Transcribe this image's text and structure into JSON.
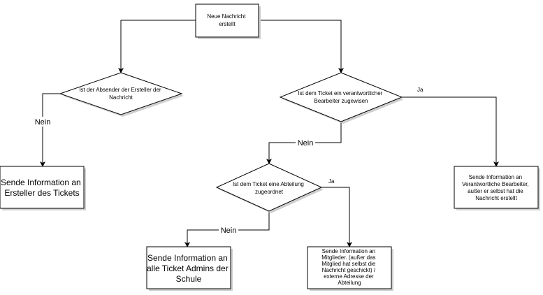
{
  "diagram": {
    "start": [
      "Neue Nachricht",
      "erstellt"
    ],
    "decision_sender": [
      "Ist der Absender der Ersteller der",
      "Nachricht"
    ],
    "decision_assignee": [
      "Ist dem Ticket ein verantwortlicher",
      "Bearbeiter zugewisen"
    ],
    "decision_department": [
      "Ist dem Ticket eine Abteilung",
      "zugeordnet"
    ],
    "action_creator": [
      "Sende Information an",
      "Ersteller des Tickets"
    ],
    "action_assignee": [
      "Sende Information an",
      "Verantwortliche Bearbeiter,",
      "außer er selbst hat die",
      "Nachricht erstellt"
    ],
    "action_admins": [
      "Sende Information an",
      "alle Ticket Admins der",
      "Schule"
    ],
    "action_department": [
      "Sende Information an",
      "Mitglieder. (außer das",
      "Mitglied hat selbst die",
      "Nachricht geschickt) /",
      "externe Adresse der",
      "Abteilung"
    ],
    "labels": {
      "nein_sender": "Nein",
      "ja_assignee": "Ja",
      "nein_assignee": "Nein",
      "ja_department": "Ja",
      "nein_department": "Nein"
    }
  }
}
